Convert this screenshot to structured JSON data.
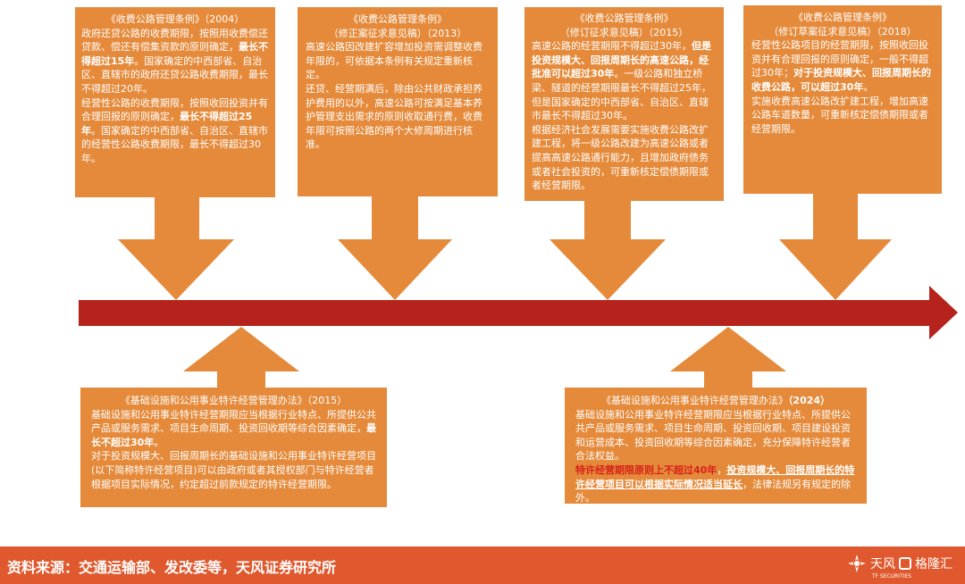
{
  "boxes_top": [
    {
      "title": "《收费公路管理条例》（2004）",
      "p1_pre": "政府还贷公路的收费期限，按照用收费偿还贷款、偿还有偿集资款的原则确定，",
      "p1_hl": "最长不得超过15年",
      "p1_post": "。国家确定的中西部省、自治区、直辖市的政府还贷公路收费期限，最长不得超过20年。",
      "p2_pre": "经营性公路的收费期限，按照收回投资并有合理回报的原则确定，",
      "p2_hl": "最长不得超过25年",
      "p2_post": "。国家确定的中西部省、自治区、直辖市的经营性公路收费期限，最长不得超过30年。"
    },
    {
      "title": "《收费公路管理条例》",
      "subtitle": "（修正案征求意见稿）（2013）",
      "p1": "高速公路因改建扩容增加投资需调整收费年限的，可依据本条例有关规定重新核定。",
      "p2": "还贷、经营期满后，除由公共财政承担养护费用的以外，高速公路可按满足基本养护管理支出需求的原则收取通行费，收费年限可按照公路的两个大修周期进行核准。"
    },
    {
      "title": "《收费公路管理条例》",
      "subtitle": "（修订征求意见稿）（2015）",
      "p1_pre": "高速公路的经营期限不得超过30年，",
      "p1_hl": "但是投资规模大、回报周期长的高速公路，经批准可以超过30年",
      "p1_post": "。一级公路和独立桥梁、隧道的经营期限最长不得超过25年，但是国家确定的中西部省、自治区、直辖市最长不得超过30年。",
      "p2": "根据经济社会发展需要实施收费公路改扩建工程，将一级公路改建为高速公路或者提高高速公路通行能力，且增加政府债务或者社会投资的，可重新核定偿债期限或者经营期限。"
    },
    {
      "title": "《收费公路管理条例》",
      "subtitle": "（修订草案征求意见稿）（2018）",
      "p1_pre": "经营性公路项目的经营期限，按照收回投资并有合理回报的原则确定，一般不得超过30年；",
      "p1_hl": "对于投资规模大、回报周期长的收费公路，可以超过30年",
      "p1_post": "。",
      "p2": "实施收费高速公路改扩建工程，增加高速公路车道数量，可重新核定偿债期限或者经营期限。"
    }
  ],
  "boxes_bottom": [
    {
      "title": "《基础设施和公用事业特许经营管理办法》（2015）",
      "p1_pre": "基础设施和公用事业特许经营期限应当根据行业特点、所提供公共产品或服务需求、项目生命周期、投资回收期等综合因素确定，",
      "p1_hl": "最长不超过30年",
      "p1_post": "。",
      "p2": "对于投资规模大、回报周期长的基础设施和公用事业特许经营项目(以下简称特许经营项目)可以由政府或者其授权部门与特许经营者根据项目实际情况，约定超过前款规定的特许经营期限。"
    },
    {
      "title_pre": "《基础设施和公用事业特许经营管理办法》",
      "title_year": "（2024）",
      "p1": "基础设施和公用事业特许经营期限应当根据行业特点、所提供公共产品或服务需求、项目生命周期、投资回收期、项目建设投资和运营成本、投资回收期等综合因素确定，充分保障特许经营者合法权益。",
      "p2_red": "特许经营期限原则上不超过40年",
      "p2_sep": "，",
      "p2_ul": "投资规模大、回报周期长的特许经营项目可以根据实际情况适当延长",
      "p2_post": "，法律法规另有规定的除外。"
    }
  ],
  "footer": {
    "source": "资料来源：交通运输部、发改委等，天风证券研究所",
    "logo_text": "天风",
    "watermark": "格隆汇",
    "logo_sub": "TF SECURITIES"
  },
  "colors": {
    "box": "#e58a3a",
    "arrow_line": "#b5231c",
    "footer": "#e0592e",
    "highlight_red": "#d7221a"
  }
}
